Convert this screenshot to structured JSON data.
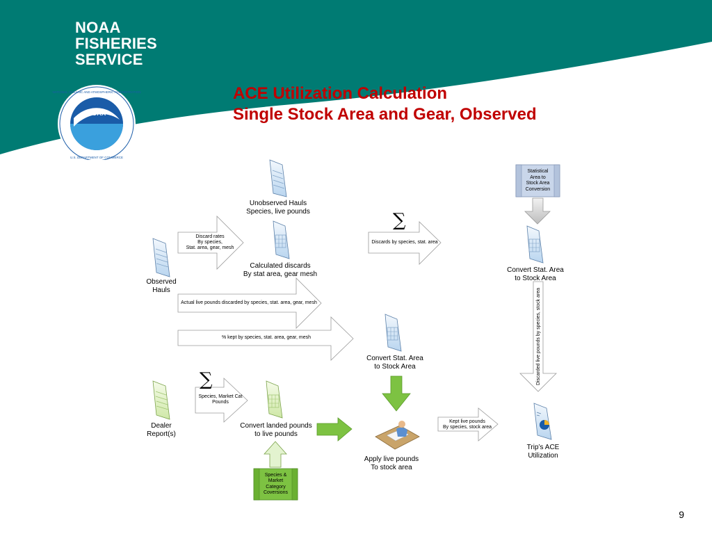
{
  "brand": {
    "line1": "NOAA",
    "line2": "FISHERIES",
    "line3": "SERVICE"
  },
  "logo": {
    "ring_text": "NATIONAL OCEANIC AND ATMOSPHERIC ADMINISTRATION",
    "bottom_text": "U.S. DEPARTMENT OF COMMERCE",
    "center_text": "NOAA"
  },
  "title": {
    "line1": "ACE Utilization Calculation",
    "line2": "Single Stock Area and Gear, Observed"
  },
  "colors": {
    "teal": "#007b73",
    "title_red": "#c00000",
    "green": "#7dc242",
    "box_blue": "#c9d6ea",
    "arrow_gray": "#c8c8c8"
  },
  "nodes": {
    "unobserved_hauls": {
      "line1": "Unobserved Hauls",
      "line2": "Species, live pounds"
    },
    "calculated_discards": {
      "line1": "Calculated discards",
      "line2": "By stat area, gear mesh"
    },
    "observed_hauls": {
      "line1": "Observed",
      "line2": "Hauls"
    },
    "stat_area_box": {
      "line1": "Statistical",
      "line2": "Area to",
      "line3": "Stock Area",
      "line4": "Conversion"
    },
    "convert_stat_area_top": {
      "line1": "Convert Stat. Area",
      "line2": "to Stock Area"
    },
    "convert_stat_area_mid": {
      "line1": "Convert Stat. Area",
      "line2": "to Stock Area"
    },
    "dealer_reports": {
      "line1": "Dealer",
      "line2": "Report(s)"
    },
    "convert_landed": {
      "line1": "Convert landed pounds",
      "line2": "to live pounds"
    },
    "apply_live": {
      "line1": "Apply live pounds",
      "line2": "To stock area"
    },
    "trips_ace": {
      "line1": "Trip’s ACE",
      "line2": "Utilization"
    },
    "species_box": {
      "line1": "Species &",
      "line2": "Market",
      "line3": "Category",
      "line4": "Coversions"
    }
  },
  "arrows": {
    "discard_rates": {
      "line1": "Discard rates",
      "line2": "By species,",
      "line3": "Stat. area, gear, mesh"
    },
    "discards_by_species": "Discards by species, stat. area",
    "actual_live": "Actual live pounds discarded by species, stat. area, gear, mesh",
    "pct_kept": "% kept by species, stat. area, gear, mesh",
    "species_market": {
      "line1": "Species, Market Cat",
      "line2": "Pounds"
    },
    "kept_live": {
      "line1": "Kept live pounds",
      "line2": "By species, stock area"
    },
    "discarded_vertical": "Discarded live pounds by species, stock area"
  },
  "sigma": "∑",
  "page_number": "9"
}
